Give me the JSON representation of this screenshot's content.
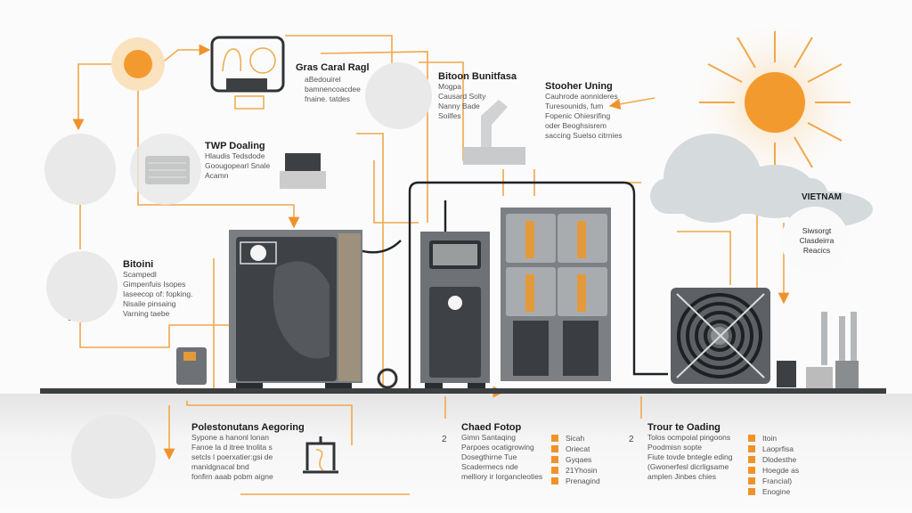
{
  "colors": {
    "accent": "#f0922b",
    "dark": "#3d4043",
    "cabinet": "#6b6e72",
    "cloud": "#d7dcde"
  },
  "callouts": {
    "top_center": {
      "title": "Gras Caral Ragl",
      "lines": [
        "aBedouirel",
        "bamnencoacdee",
        "fnaine. tatdes"
      ]
    },
    "top_mid": {
      "title": "Bitoon Bunitfasa",
      "lines": [
        "Mogpa",
        "Causard Solty",
        "Nanny Bade",
        "Soilfes"
      ]
    },
    "top_right": {
      "title": "Stooher Uning",
      "lines": [
        "Cauhrode aonnideres",
        "Turesounids, fum",
        "Fopenic Ohiesrifing",
        "oder Beoghsisrem",
        "saccing Suelso citrnies"
      ]
    },
    "twp": {
      "title": "TWP Doaling",
      "lines": [
        "Hlaudis Tedsdode",
        "Goougopearl Snale",
        "Acamn"
      ]
    },
    "bitoini": {
      "title": "Bitoini",
      "lines": [
        "Scampedl",
        "Gimpenfuis Isopes",
        "Iaseecop of: fopking.",
        "Nisaile pinsaing",
        "Varning taebe"
      ]
    },
    "vietnam": {
      "label": "VIETNAM",
      "lines": [
        "Siwsorgt",
        "Clasdeirra",
        "Reacics"
      ]
    }
  },
  "bottom": {
    "left": {
      "title": "Polestonutans Aegoring",
      "lines": [
        "Sypone a hanonl lonan",
        "Fanoe la d itree tnolita s",
        "setcls l poerxatier:gsi de",
        "manidgnacal bnd",
        "fonfirn aaab pobm aigne"
      ]
    },
    "center": {
      "number": "2",
      "title": "Chaed Fotop",
      "lines": [
        "Gimn Santaqing",
        "Parpoes ocatigrowing",
        "Dosegthirne Tue",
        "Scadermecs nde",
        "melliory ir lorgancleoties"
      ],
      "legend": [
        "Sicah",
        "Oriecat",
        "Gyqaes",
        "21Yhosin",
        "Prenagind"
      ]
    },
    "right": {
      "number": "2",
      "title": "Trour te Oading",
      "lines": [
        "Tolos ocmpoial pingoons",
        "Poodmisn sopte",
        "Fiute tovde bntegle eding",
        "(Gwonerfesl dicrligsame",
        "amplen Jinbes chies"
      ],
      "legend": [
        "Itoin",
        "Laoprfisa",
        "Dlodesthe",
        "Hoegde as",
        "Francial)",
        "Enogine"
      ]
    }
  }
}
